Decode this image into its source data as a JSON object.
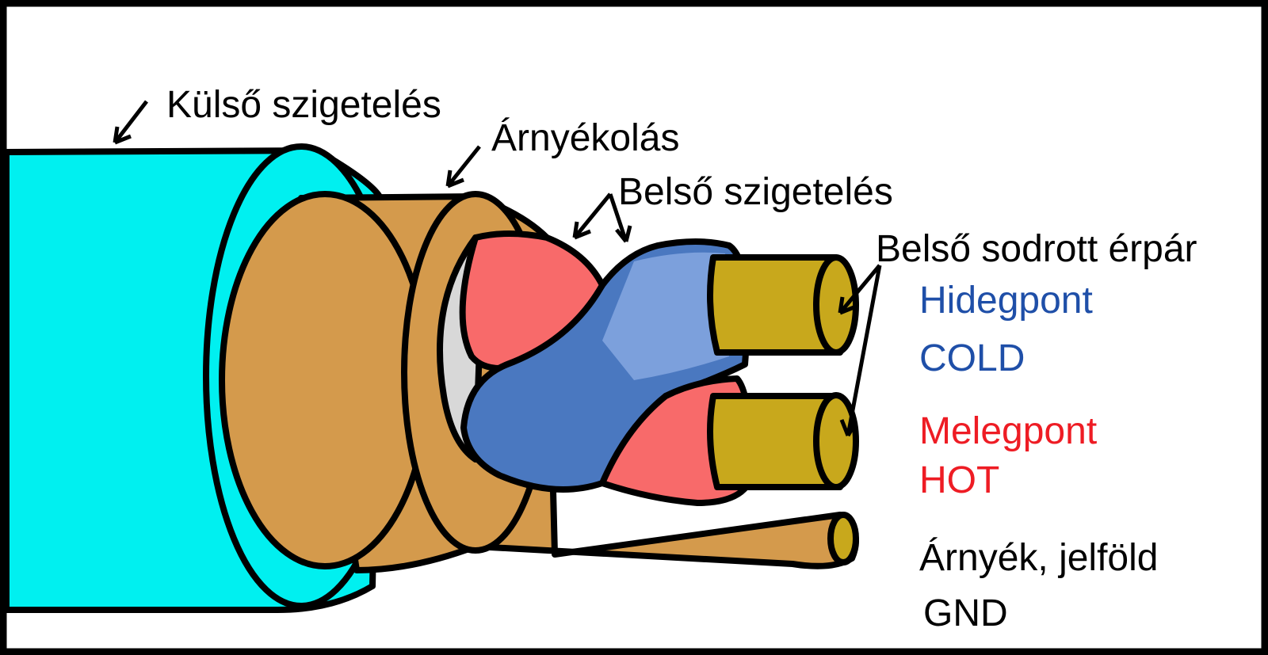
{
  "labels": {
    "outer_insulation": "Külső szigetelés",
    "shielding": "Árnyékolás",
    "inner_insulation": "Belső szigetelés",
    "inner_twisted_pair": "Belső sodrott érpár",
    "cold_hu": "Hidegpont",
    "cold_en": "COLD",
    "hot_hu": "Melegpont",
    "hot_en": "HOT",
    "ground_hu": "Árnyék, jelföld",
    "ground_en": "GND"
  },
  "colors": {
    "outer_jacket": "#00f0f0",
    "shield": "#d49a4c",
    "cold_insulation": "#4a78c0",
    "hot_insulation": "#f86a6a",
    "conductor": "#c8a81c",
    "cold_text": "#1f4fa8",
    "hot_text": "#ee1c24"
  }
}
